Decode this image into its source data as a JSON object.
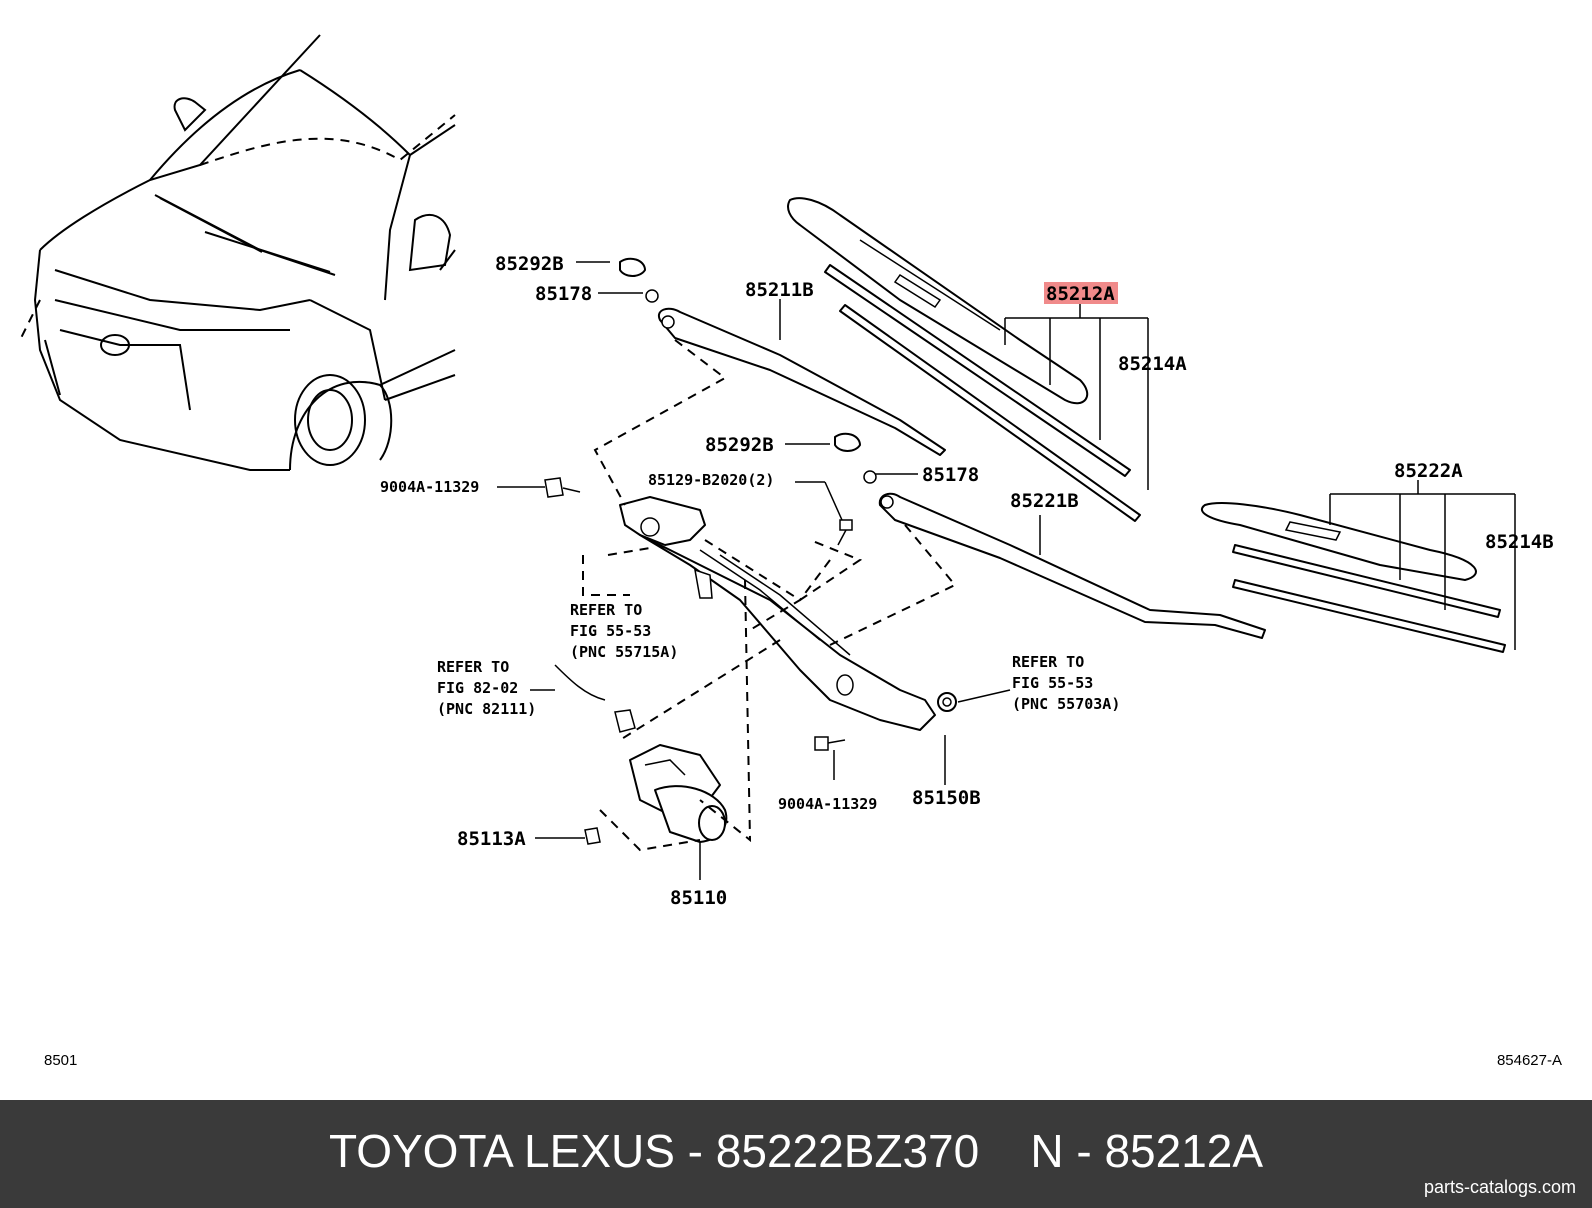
{
  "colors": {
    "highlight": "#f08a8a",
    "footer_bg": "#3a3a3a",
    "footer_text": "#ffffff"
  },
  "callouts": {
    "c85292B_1": "85292B",
    "c85178_1": "85178",
    "c85211B": "85211B",
    "c85212A": "85212A",
    "c85214A": "85214A",
    "c85292B_2": "85292B",
    "c85178_2": "85178",
    "c85129": "85129-B2020(2)",
    "c9004A_1": "9004A-11329",
    "c85221B": "85221B",
    "c85222A": "85222A",
    "c85214B": "85214B",
    "refer1": [
      "REFER TO",
      "FIG 55-53",
      "(PNC 55715A)"
    ],
    "refer2": [
      "REFER TO",
      "FIG 82-02",
      "(PNC 82111)"
    ],
    "refer3": [
      "REFER TO",
      "FIG 55-53",
      "(PNC 55703A)"
    ],
    "c9004A_2": "9004A-11329",
    "c85150B": "85150B",
    "c85113A": "85113A",
    "c85110": "85110"
  },
  "corner": {
    "left": "8501",
    "right": "854627-A"
  },
  "footer": {
    "title": "TOYOTA LEXUS - 85222BZ370    N - 85212A",
    "site": "parts-catalogs.com"
  }
}
